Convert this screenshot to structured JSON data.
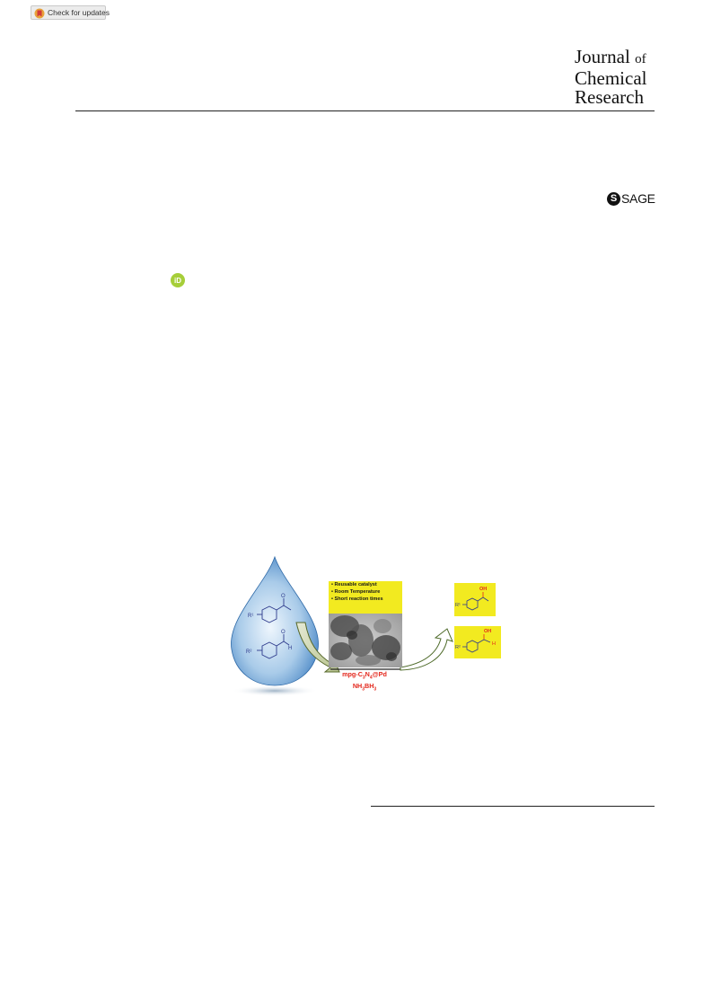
{
  "badge": {
    "label": "Check for updates",
    "icon": "crossmark-icon"
  },
  "journal": {
    "line1": "Journal",
    "of": "of",
    "line2": "Chemical",
    "line3": "Research"
  },
  "publisher": {
    "mark": "S",
    "text": "SAGE"
  },
  "orcid": {
    "label": "iD"
  },
  "graphic": {
    "features": [
      "Reusable catalyst",
      "Room Temperature",
      "Short reaction times"
    ],
    "catalyst_prefix": "mpg-C",
    "catalyst_sub1": "3",
    "catalyst_mid": "N",
    "catalyst_sub2": "4",
    "catalyst_suffix": "@Pd",
    "reagent_prefix": "NH",
    "reagent_sub1": "3",
    "reagent_mid": "BH",
    "reagent_sub2": "3",
    "reactant1": {
      "r": "R¹",
      "o": "O"
    },
    "reactant2": {
      "r": "R²",
      "o": "O",
      "h": "H"
    },
    "product1": {
      "r": "R¹",
      "oh": "OH"
    },
    "product2": {
      "r": "R²",
      "oh": "OH",
      "h": "H"
    },
    "colors": {
      "drop": "#3c7dc0",
      "arrow": "#6d7f3a",
      "highlight": "#f2ea20",
      "catalyst_text": "#e3261b"
    }
  }
}
